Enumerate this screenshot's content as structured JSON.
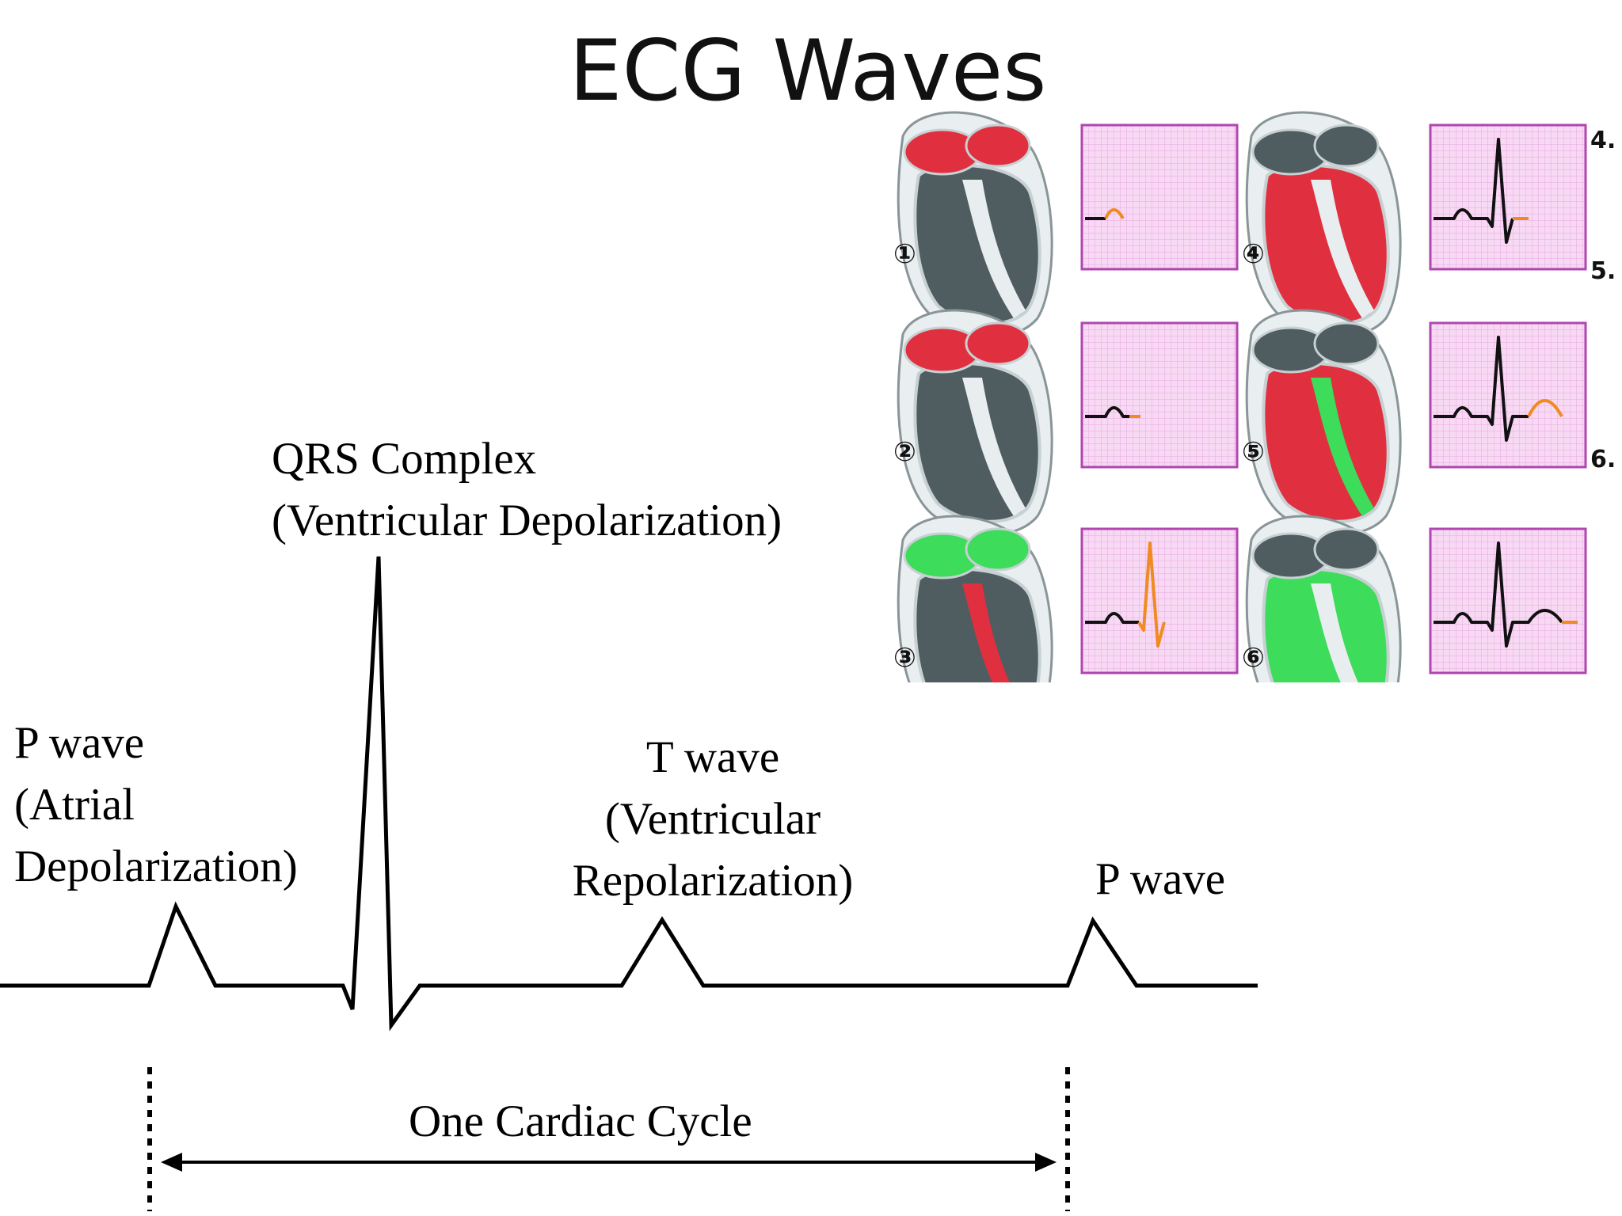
{
  "title": "ECG Waves",
  "labels": {
    "p_wave_first": [
      "P wave",
      "(Atrial",
      "Depolarization)"
    ],
    "qrs": [
      "QRS Complex",
      "(Ventricular Depolarization)"
    ],
    "t_wave": [
      "T wave",
      "(Ventricular",
      "Repolarization)"
    ],
    "p_wave_second": "P wave",
    "cardiac_cycle": "One Cardiac Cycle"
  },
  "figure": {
    "panels": [
      {
        "number": "①",
        "stage": 1
      },
      {
        "number": "②",
        "stage": 2
      },
      {
        "number": "③",
        "stage": 3
      },
      {
        "number": "④",
        "stage": 4
      },
      {
        "number": "⑤",
        "stage": 5
      },
      {
        "number": "⑥",
        "stage": 6
      }
    ],
    "side_numbers": [
      "4.",
      "5.",
      "6."
    ],
    "colors": {
      "depolarized": "#e0303f",
      "repolarized": "#3ddc5a",
      "heart_body": "#4f5d60",
      "grid_bg": "#f7d9f3",
      "grid_border": "#b046b0",
      "highlight": "#f08a22"
    }
  }
}
